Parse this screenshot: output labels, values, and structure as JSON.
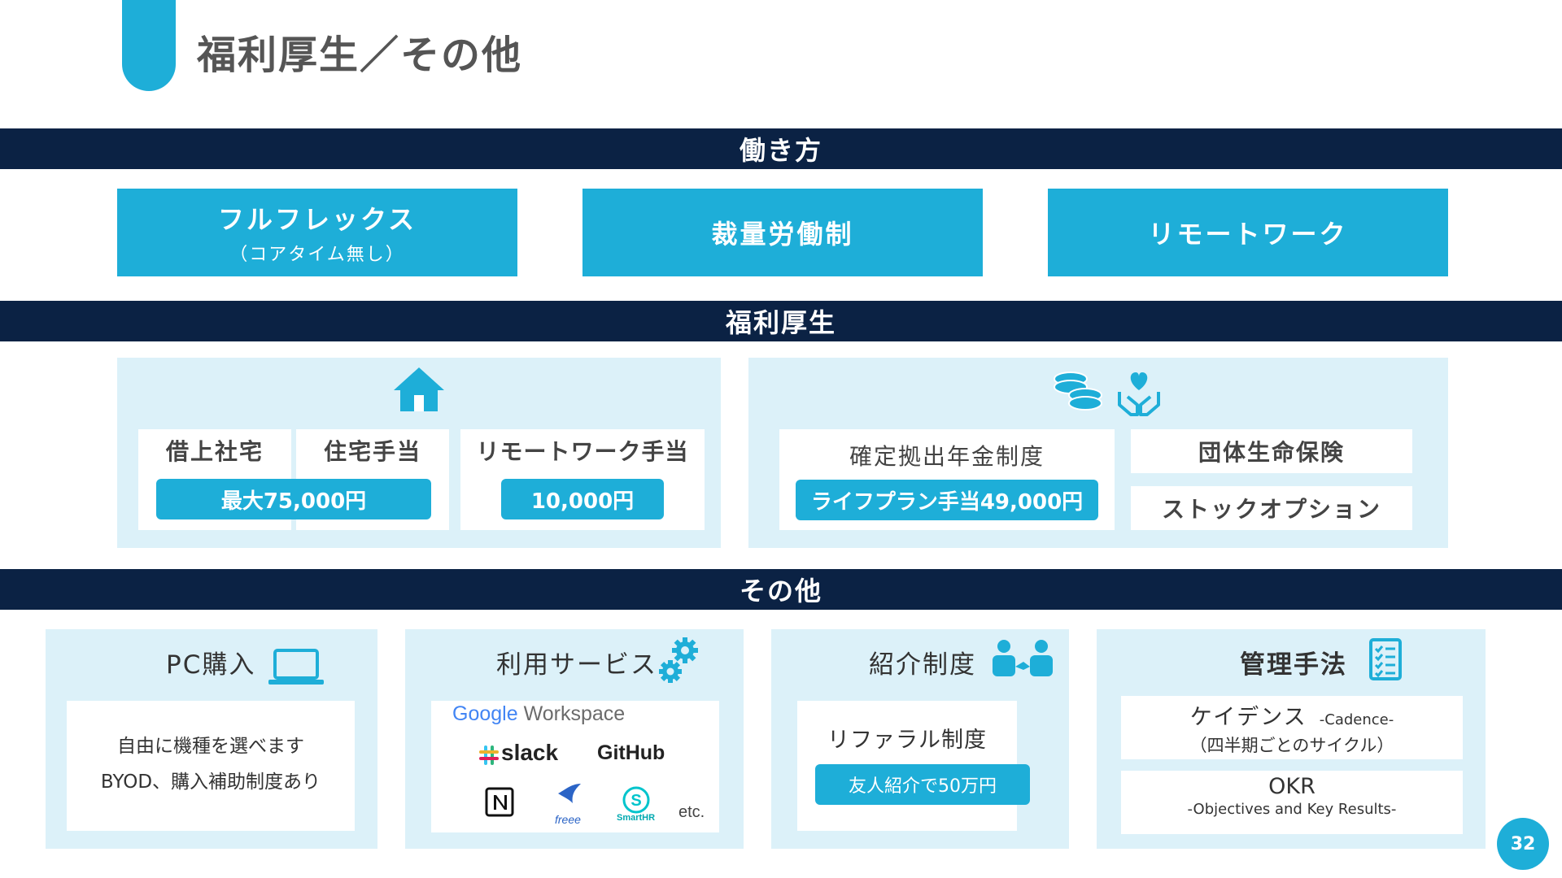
{
  "header": {
    "title": "福利厚生／その他"
  },
  "sections": {
    "work_style": "働き方",
    "welfare": "福利厚生",
    "other": "その他"
  },
  "work_style": {
    "full_flex": {
      "title": "フルフレックス",
      "sub": "（コアタイム無し）"
    },
    "discretionary": {
      "title": "裁量労働制"
    },
    "remote": {
      "title": "リモートワーク"
    }
  },
  "welfare": {
    "housing": {
      "leased_housing": "借上社宅",
      "housing_allowance": "住宅手当",
      "housing_amount": "最大75,000円",
      "remote_allowance": "リモートワーク手当",
      "remote_amount": "10,000円"
    },
    "financial": {
      "pension": "確定拠出年金制度",
      "life_plan": "ライフプラン手当49,000円",
      "group_insurance": "団体生命保険",
      "stock_option": "ストックオプション"
    }
  },
  "other": {
    "pc": {
      "title": "PC購入",
      "line1": "自由に機種を選べます",
      "line2": "BYOD、購入補助制度あり"
    },
    "services": {
      "title": "利用サービス",
      "google_g": "Google",
      "google_w": "Workspace",
      "slack": "slack",
      "github": "GitHub",
      "freee": "freee",
      "smarthr": "SmartHR",
      "etc": "etc."
    },
    "referral": {
      "title": "紹介制度",
      "name": "リファラル制度",
      "amount": "友人紹介で50万円"
    },
    "management": {
      "title": "管理手法",
      "cadence": "ケイデンス",
      "cadence_en": "-Cadence-",
      "cadence_sub": "（四半期ごとのサイクル）",
      "okr": "OKR",
      "okr_sub": "-Objectives and Key Results-"
    }
  },
  "page_number": "32",
  "colors": {
    "accent": "#1eaed8",
    "navy": "#0b2244",
    "panel": "#dcf1f9"
  }
}
